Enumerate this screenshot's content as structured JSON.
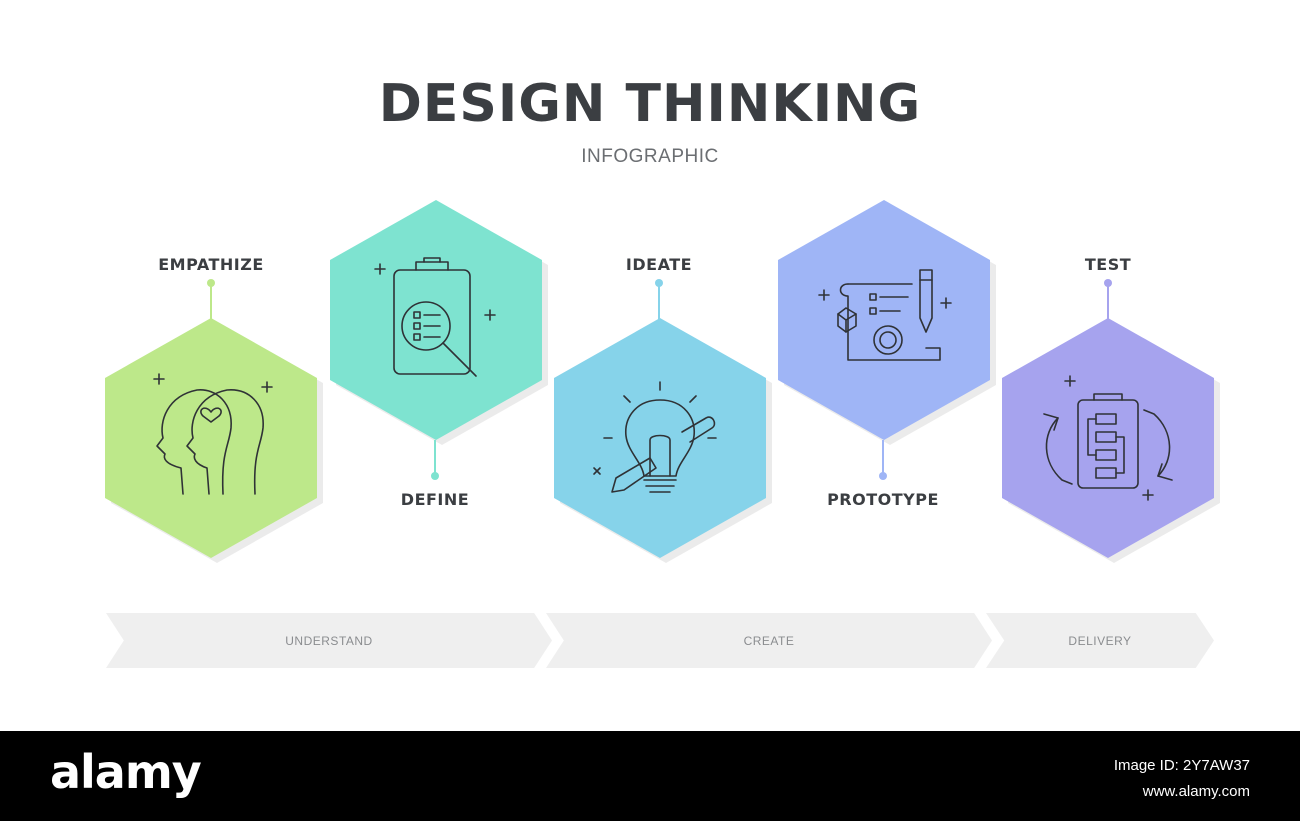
{
  "header": {
    "title": "DESIGN THINKING",
    "subtitle": "INFOGRAPHIC"
  },
  "stages": [
    {
      "label": "EMPATHIZE",
      "color": "#bde88a",
      "icon": "heads-heart-icon"
    },
    {
      "label": "DEFINE",
      "color": "#7ee3d0",
      "icon": "clipboard-magnifier-icon"
    },
    {
      "label": "IDEATE",
      "color": "#86d3ea",
      "icon": "lightbulb-pencil-icon"
    },
    {
      "label": "PROTOTYPE",
      "color": "#9fb5f6",
      "icon": "blueprint-gear-pencil-icon"
    },
    {
      "label": "TEST",
      "color": "#a6a3ee",
      "icon": "clipboard-cycle-icon"
    }
  ],
  "phases": [
    {
      "label": "UNDERSTAND"
    },
    {
      "label": "CREATE"
    },
    {
      "label": "DELIVERY"
    }
  ],
  "footer": {
    "brand": "alamy",
    "image_id": "Image ID: 2Y7AW37",
    "site": "www.alamy.com"
  }
}
